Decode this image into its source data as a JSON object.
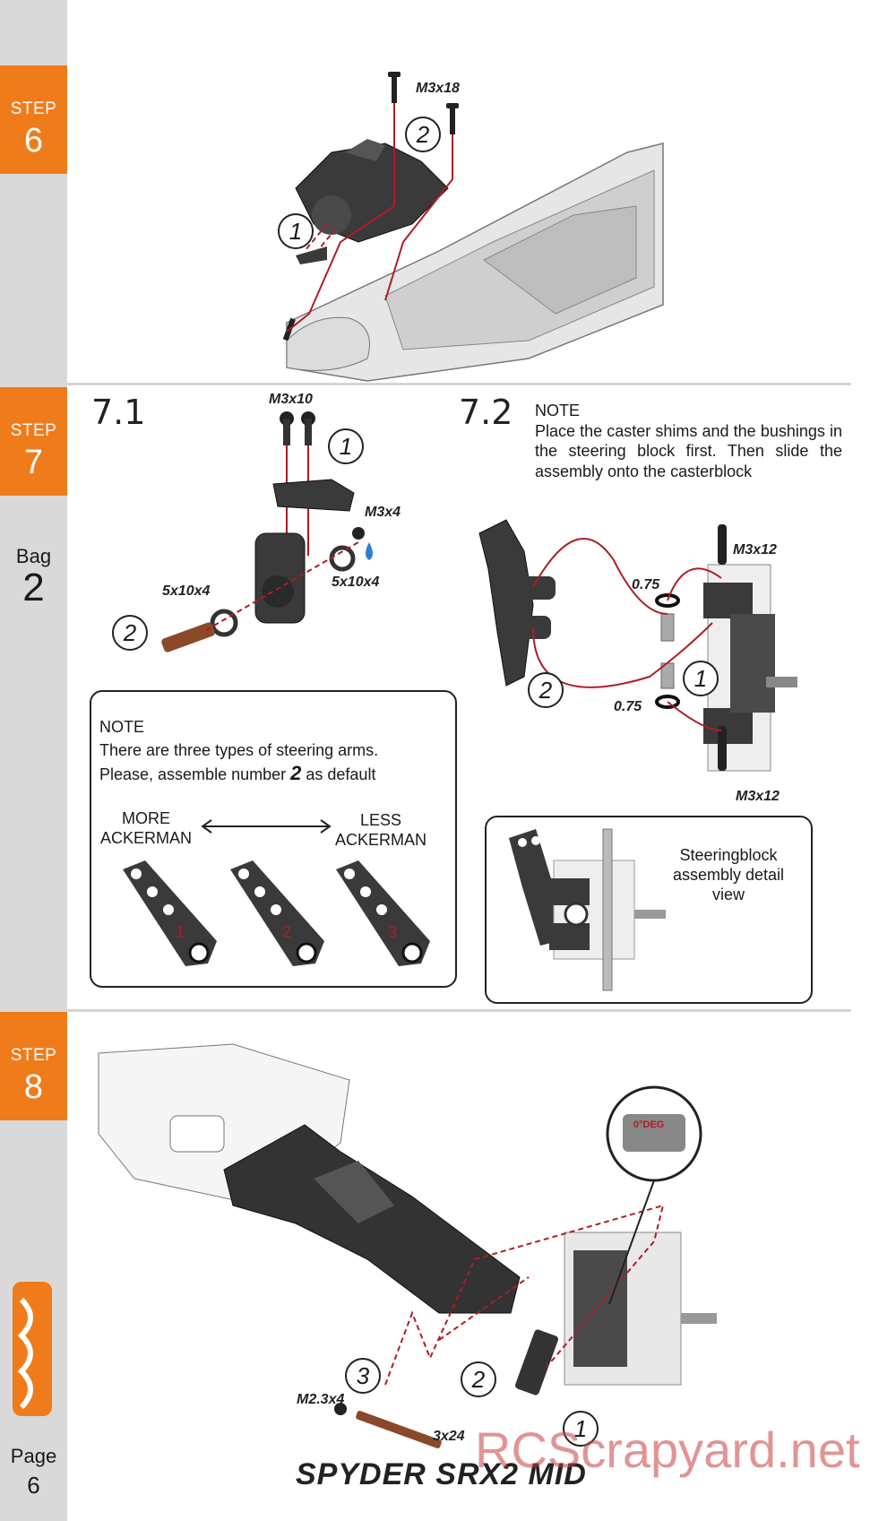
{
  "sidebar": {
    "steps": [
      {
        "label": "STEP",
        "number": "6"
      },
      {
        "label": "STEP",
        "number": "7"
      },
      {
        "label": "STEP",
        "number": "8"
      }
    ],
    "bag": {
      "label": "Bag",
      "number": "2"
    },
    "logo": "Serpent",
    "page": {
      "label": "Page",
      "number": "6"
    }
  },
  "step6": {
    "labels": {
      "screw_top": "M3x18"
    },
    "callouts": [
      "1",
      "2"
    ]
  },
  "step7": {
    "sub1": {
      "number": "7.1",
      "labels": {
        "screw": "M3x10",
        "screw_side": "M3x4",
        "bearing_left": "5x10x4",
        "bearing_right": "5x10x4"
      },
      "callouts": [
        "1",
        "2"
      ]
    },
    "sub2": {
      "number": "7.2",
      "note_title": "NOTE",
      "note_text": "Place the caster shims and the bushings in the steering block first. Then slide the assembly onto the casterblock",
      "labels": {
        "screw_top": "M3x12",
        "screw_bottom": "M3x12",
        "shim_top": "0.75",
        "shim_bottom": "0.75"
      },
      "callouts": [
        "1",
        "2"
      ]
    },
    "note_box": {
      "title": "NOTE",
      "line1": "There are three types of steering arms.",
      "line2_pre": "Please, assemble number",
      "line2_num": "2",
      "line2_post": "as default",
      "more": "MORE\nACKERMAN",
      "less": "LESS\nACKERMAN",
      "arm_numbers": [
        "1",
        "2",
        "3"
      ]
    },
    "detail_box": {
      "text": "Steeringblock assembly detail view"
    }
  },
  "step8": {
    "labels": {
      "screw": "M2.3x4",
      "pin": "3x24"
    },
    "insert_text": "0°DEG",
    "callouts": [
      "1",
      "2",
      "3"
    ]
  },
  "footer": {
    "brand": "SPYDER SRX2 MID",
    "watermark": "RCScrapyard.net"
  },
  "colors": {
    "accent": "#f07b1b",
    "sidebar": "#d9d9d9",
    "part": "#3a3a3a",
    "guide": "#b01c24"
  }
}
